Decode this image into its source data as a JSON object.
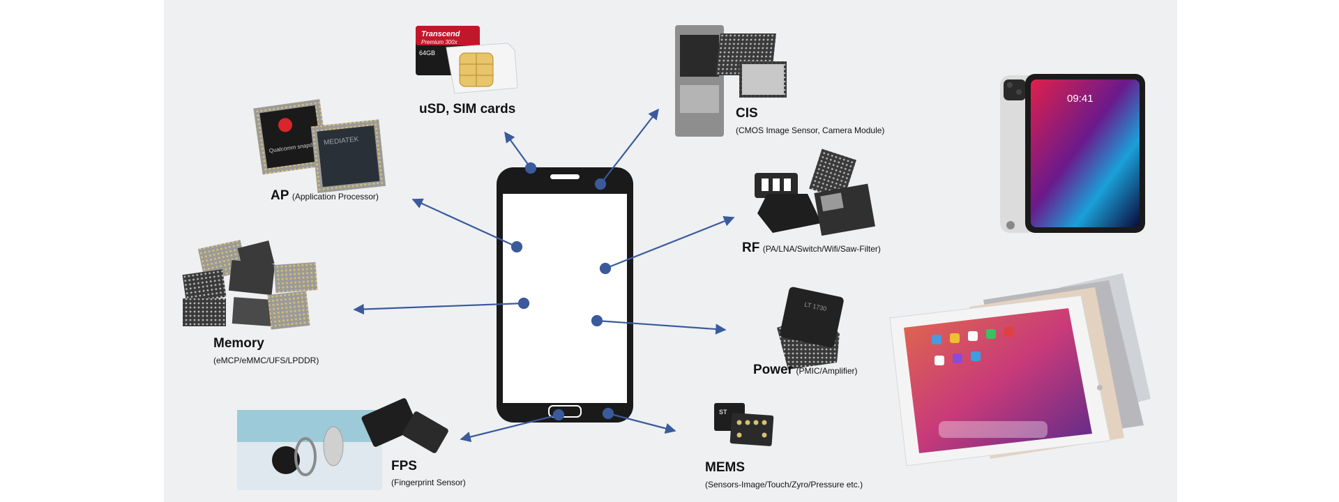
{
  "labels": {
    "usd": {
      "title": "uSD, SIM cards",
      "sub": ""
    },
    "cis": {
      "title": "CIS",
      "sub": "(CMOS Image Sensor, Camera Module)"
    },
    "ap": {
      "title": "AP",
      "sub": "(Application Processor)"
    },
    "rf": {
      "title": "RF",
      "sub": "(PA/LNA/Switch/Wifi/Saw-Filter)"
    },
    "memory": {
      "title": "Memory",
      "sub": "(eMCP/eMMC/UFS/LPDDR)"
    },
    "power": {
      "title": "Power",
      "sub": "(PMIC/Amplifier)"
    },
    "fps": {
      "title": "FPS",
      "sub": "(Fingerprint Sensor)"
    },
    "mems": {
      "title": "MEMS",
      "sub": "(Sensors-Image/Touch/Zyro/Pressure etc.)"
    }
  },
  "card_text": {
    "brand": "Transcend",
    "model": "Premium 300x",
    "capacity": "64GB"
  },
  "chip_text": {
    "snapdragon": "Qualcomm snapdragon",
    "mediatek": "MEDIATEK",
    "st": "ST",
    "ipad_time": "09:41"
  },
  "colors": {
    "arrow": "#3a5a9c",
    "phone": "#1a1a1a",
    "background": "#eef0f2"
  }
}
